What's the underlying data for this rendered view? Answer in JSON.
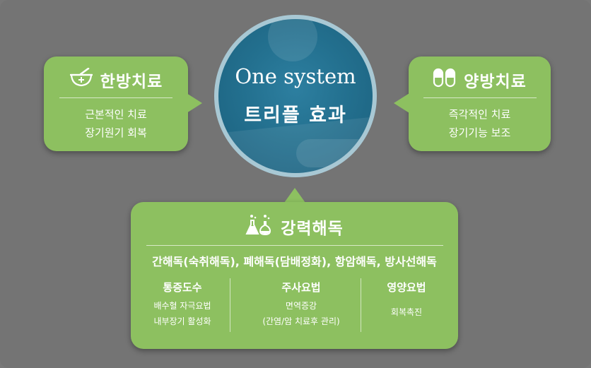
{
  "center": {
    "line1": "One system",
    "line2": "트리플 효과"
  },
  "left": {
    "title": "한방치료",
    "lines": [
      "근본적인 치료",
      "장기원기 회복"
    ],
    "icon": "mortar-pestle-icon"
  },
  "right": {
    "title": "양방치료",
    "lines": [
      "즉각적인 치료",
      "장기기능 보조"
    ],
    "icon": "pill-capsule-icon"
  },
  "bottom": {
    "title": "강력해독",
    "icon": "flask-icon",
    "subtitle": "간해독(숙취해독), 폐해독(담배정화), 항암해독, 방사선해독",
    "columns": [
      {
        "title": "통증도수",
        "lines": [
          "배수혈 자극요법",
          "내부장기 활성화"
        ]
      },
      {
        "title": "주사요법",
        "lines": [
          "면역증강",
          "(간염/암 치료후 관리)"
        ]
      },
      {
        "title": "영양요법",
        "lines": [
          "회복촉진"
        ]
      }
    ]
  },
  "colors": {
    "background": "#747474",
    "bubble": "#8dc060",
    "circle": "#23708f",
    "text": "#ffffff"
  }
}
